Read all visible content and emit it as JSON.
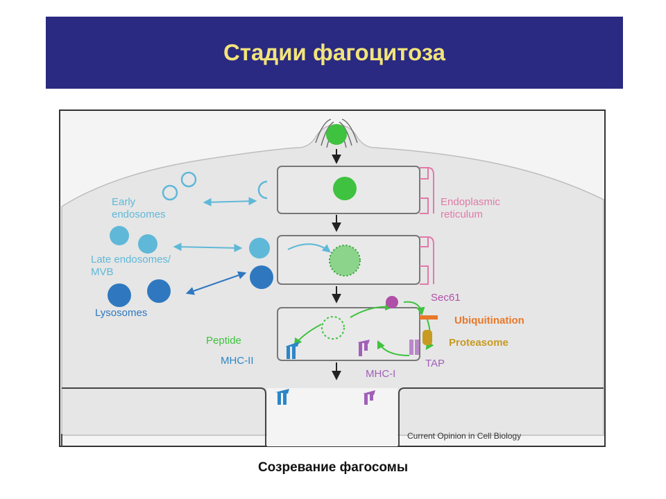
{
  "slide_title": "Стадии фагоцитоза",
  "caption": "Созревание фагосомы",
  "figure": {
    "labels": {
      "early_endosomes": [
        "Early",
        "endosomes"
      ],
      "late_endosomes": [
        "Late endosomes/",
        "MVB"
      ],
      "lysosomes": "Lysosomes",
      "endoplasmic_reticulum": [
        "Endoplasmic",
        "reticulum"
      ],
      "sec61": "Sec61",
      "ubiquitination": "Ubiquitination",
      "proteasome": "Proteasome",
      "peptide": "Peptide",
      "mhc_ii": "MHC-II",
      "mhc_i": "MHC-I",
      "tap": "TAP",
      "source": "Current Opinion in Cell Biology"
    },
    "colors": {
      "header_bg": "#2a2a82",
      "title_text": "#f2e47a",
      "cell_fill": "#e6e6e6",
      "endosome": "#5fb8d8",
      "lysosome": "#2f78c0",
      "er": "#e07aa8",
      "particle": "#3fc23f",
      "ubiquitination": "#e8782a",
      "proteasome": "#c79a22",
      "mhc_i": "#a060b8",
      "mhc_ii": "#2c86c8"
    }
  }
}
